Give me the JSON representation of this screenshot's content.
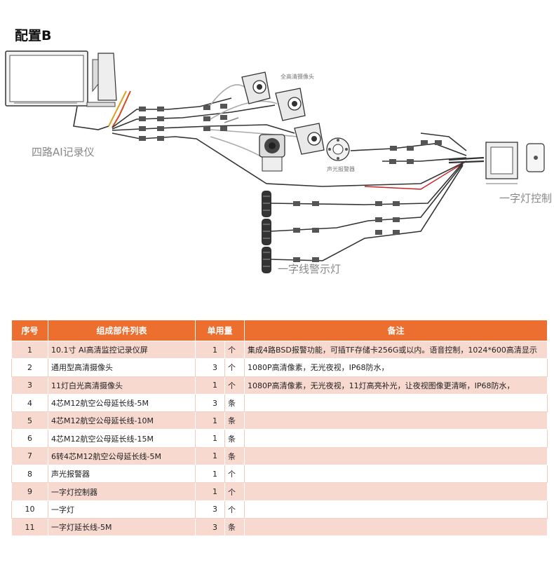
{
  "title": "配置B",
  "diagram": {
    "recorder_label": "四路AI记录仪",
    "camera_label": "全高清摄像头",
    "alarm_label": "声光报警器",
    "controller_label": "一字灯控制",
    "lamp_label": "一字线警示灯"
  },
  "table": {
    "headers": [
      "序号",
      "组成部件列表",
      "单用量",
      "",
      "备注"
    ],
    "rows": [
      {
        "no": "1",
        "name": "10.1寸 AI高清监控记录仪屏",
        "qty": "1",
        "unit": "个",
        "note": "集成4路BSD报警功能，可插TF存储卡256G或以内。语音控制，1024*600高清显示"
      },
      {
        "no": "2",
        "name": "通用型高清摄像头",
        "qty": "3",
        "unit": "个",
        "note": "1080P高清像素，无光夜视，IP68防水，"
      },
      {
        "no": "3",
        "name": "11灯白光高清摄像头",
        "qty": "1",
        "unit": "个",
        "note": "1080P高清像素，无光夜视，11灯高亮补光，让夜视图像更清晰，IP68防水，"
      },
      {
        "no": "4",
        "name": "4芯M12航空公母延长线-5M",
        "qty": "3",
        "unit": "条",
        "note": ""
      },
      {
        "no": "5",
        "name": "4芯M12航空公母延长线-10M",
        "qty": "1",
        "unit": "条",
        "note": ""
      },
      {
        "no": "6",
        "name": "4芯M12航空公母延长线-15M",
        "qty": "1",
        "unit": "条",
        "note": ""
      },
      {
        "no": "7",
        "name": "6转4芯M12航空公母延长线-5M",
        "qty": "1",
        "unit": "条",
        "note": ""
      },
      {
        "no": "8",
        "name": "声光报警器",
        "qty": "1",
        "unit": "个",
        "note": ""
      },
      {
        "no": "9",
        "name": "一字灯控制器",
        "qty": "1",
        "unit": "个",
        "note": ""
      },
      {
        "no": "10",
        "name": "一字灯",
        "qty": "3",
        "unit": "个",
        "note": ""
      },
      {
        "no": "11",
        "name": "一字灯延长线-5M",
        "qty": "3",
        "unit": "条",
        "note": ""
      }
    ]
  },
  "colors": {
    "header": "#ec6f2f",
    "row_tint": "#f7d9cf"
  }
}
